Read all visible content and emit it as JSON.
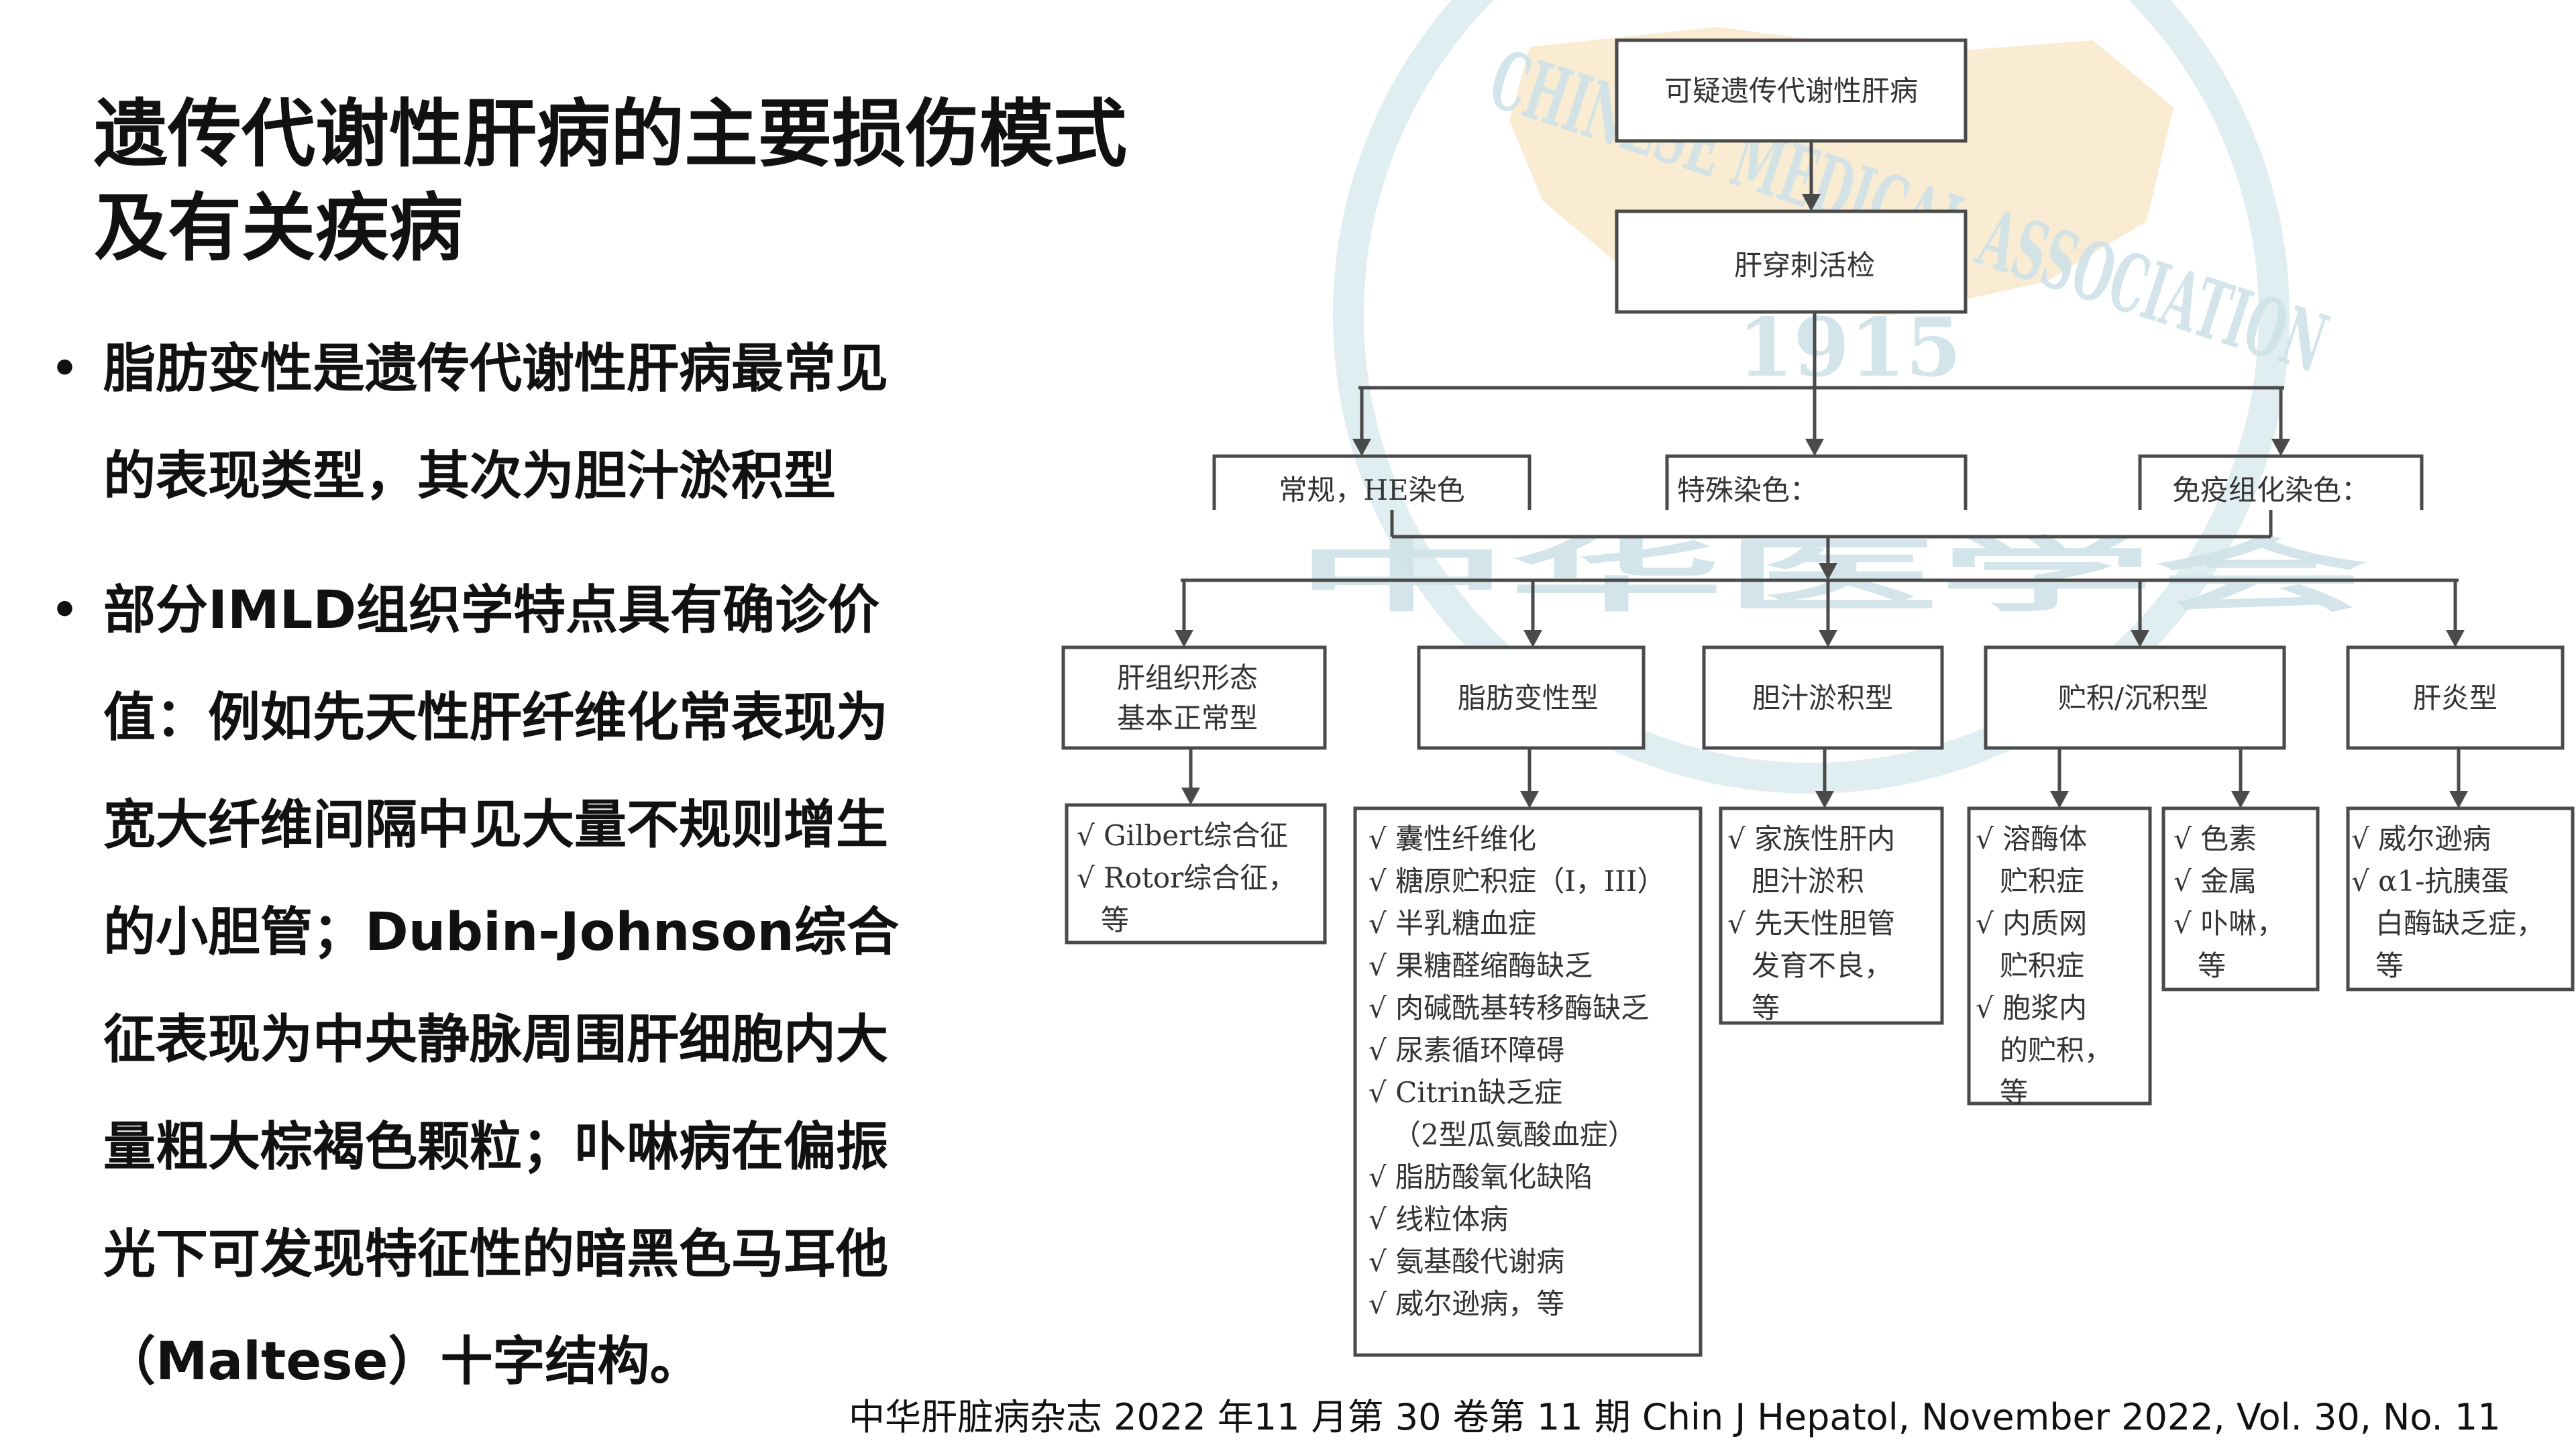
{
  "slide": {
    "title_lines": [
      "遗传代谢性肝病的主要损伤模式",
      "及有关疾病"
    ],
    "bullets": [
      {
        "lines": [
          "脂肪变性是遗传代谢性肝病最常见",
          "的表现类型，其次为胆汁淤积型"
        ]
      },
      {
        "lines": [
          "部分IMLD组织学特点具有确诊价",
          "值：例如先天性肝纤维化常表现为",
          "宽大纤维间隔中见大量不规则增生",
          "的小胆管；Dubin-Johnson综合",
          "征表现为中央静脉周围肝细胞内大",
          "量粗大棕褐色颗粒；卟啉病在偏振",
          "光下可发现特征性的暗黑色马耳他",
          "（Maltese）十字结构。"
        ]
      }
    ],
    "bullet_symbol": "•",
    "citation": "中华肝脏病杂志 2022 年11 月第 30 卷第 11 期    Chin J Hepatol, November 2022, Vol. 30, No. 11"
  },
  "diagram": {
    "top_box": "可疑遗传代谢性肝病",
    "second_box": "肝穿刺活检",
    "stain_boxes": [
      "常规，HE染色",
      "特殊染色：",
      "免疫组化染色："
    ],
    "categories": [
      "肝组织形态|基本正常型",
      "脂肪变性型",
      "胆汁淤积型",
      "贮积/沉积型",
      "肝炎型"
    ],
    "diseases": [
      [
        "√ Gilbert综合征",
        "√ Rotor综合征，",
        "等"
      ],
      [
        "√ 囊性纤维化",
        "√ 糖原贮积症（I，III）",
        "√ 半乳糖血症",
        "√ 果糖醛缩酶缺乏",
        "√ 肉碱酰基转移酶缺乏",
        "√ 尿素循环障碍",
        "√ Citrin缺乏症",
        "（2型瓜氨酸血症）",
        "√ 脂肪酸氧化缺陷",
        "√ 线粒体病",
        "√ 氨基酸代谢病",
        "√ 威尔逊病，等"
      ],
      [
        "√ 家族性肝内",
        "胆汁淤积",
        "√ 先天性胆管",
        "发育不良，",
        "等"
      ],
      [
        "√ 溶酶体",
        "贮积症",
        "√ 内质网",
        "贮积症",
        "√ 胞浆内",
        "的贮积，",
        "等"
      ],
      [
        "√ 色素",
        "√ 金属",
        "√ 卟啉，",
        "等"
      ],
      [
        "√ 威尔逊病",
        "√ α1-抗胰蛋",
        "白酶缺乏症，",
        "等"
      ]
    ],
    "watermark": {
      "arc_text": "CHINESE MEDICAL ASSOCIATION",
      "year": "1915",
      "emblem_text": "中华医学会"
    }
  }
}
